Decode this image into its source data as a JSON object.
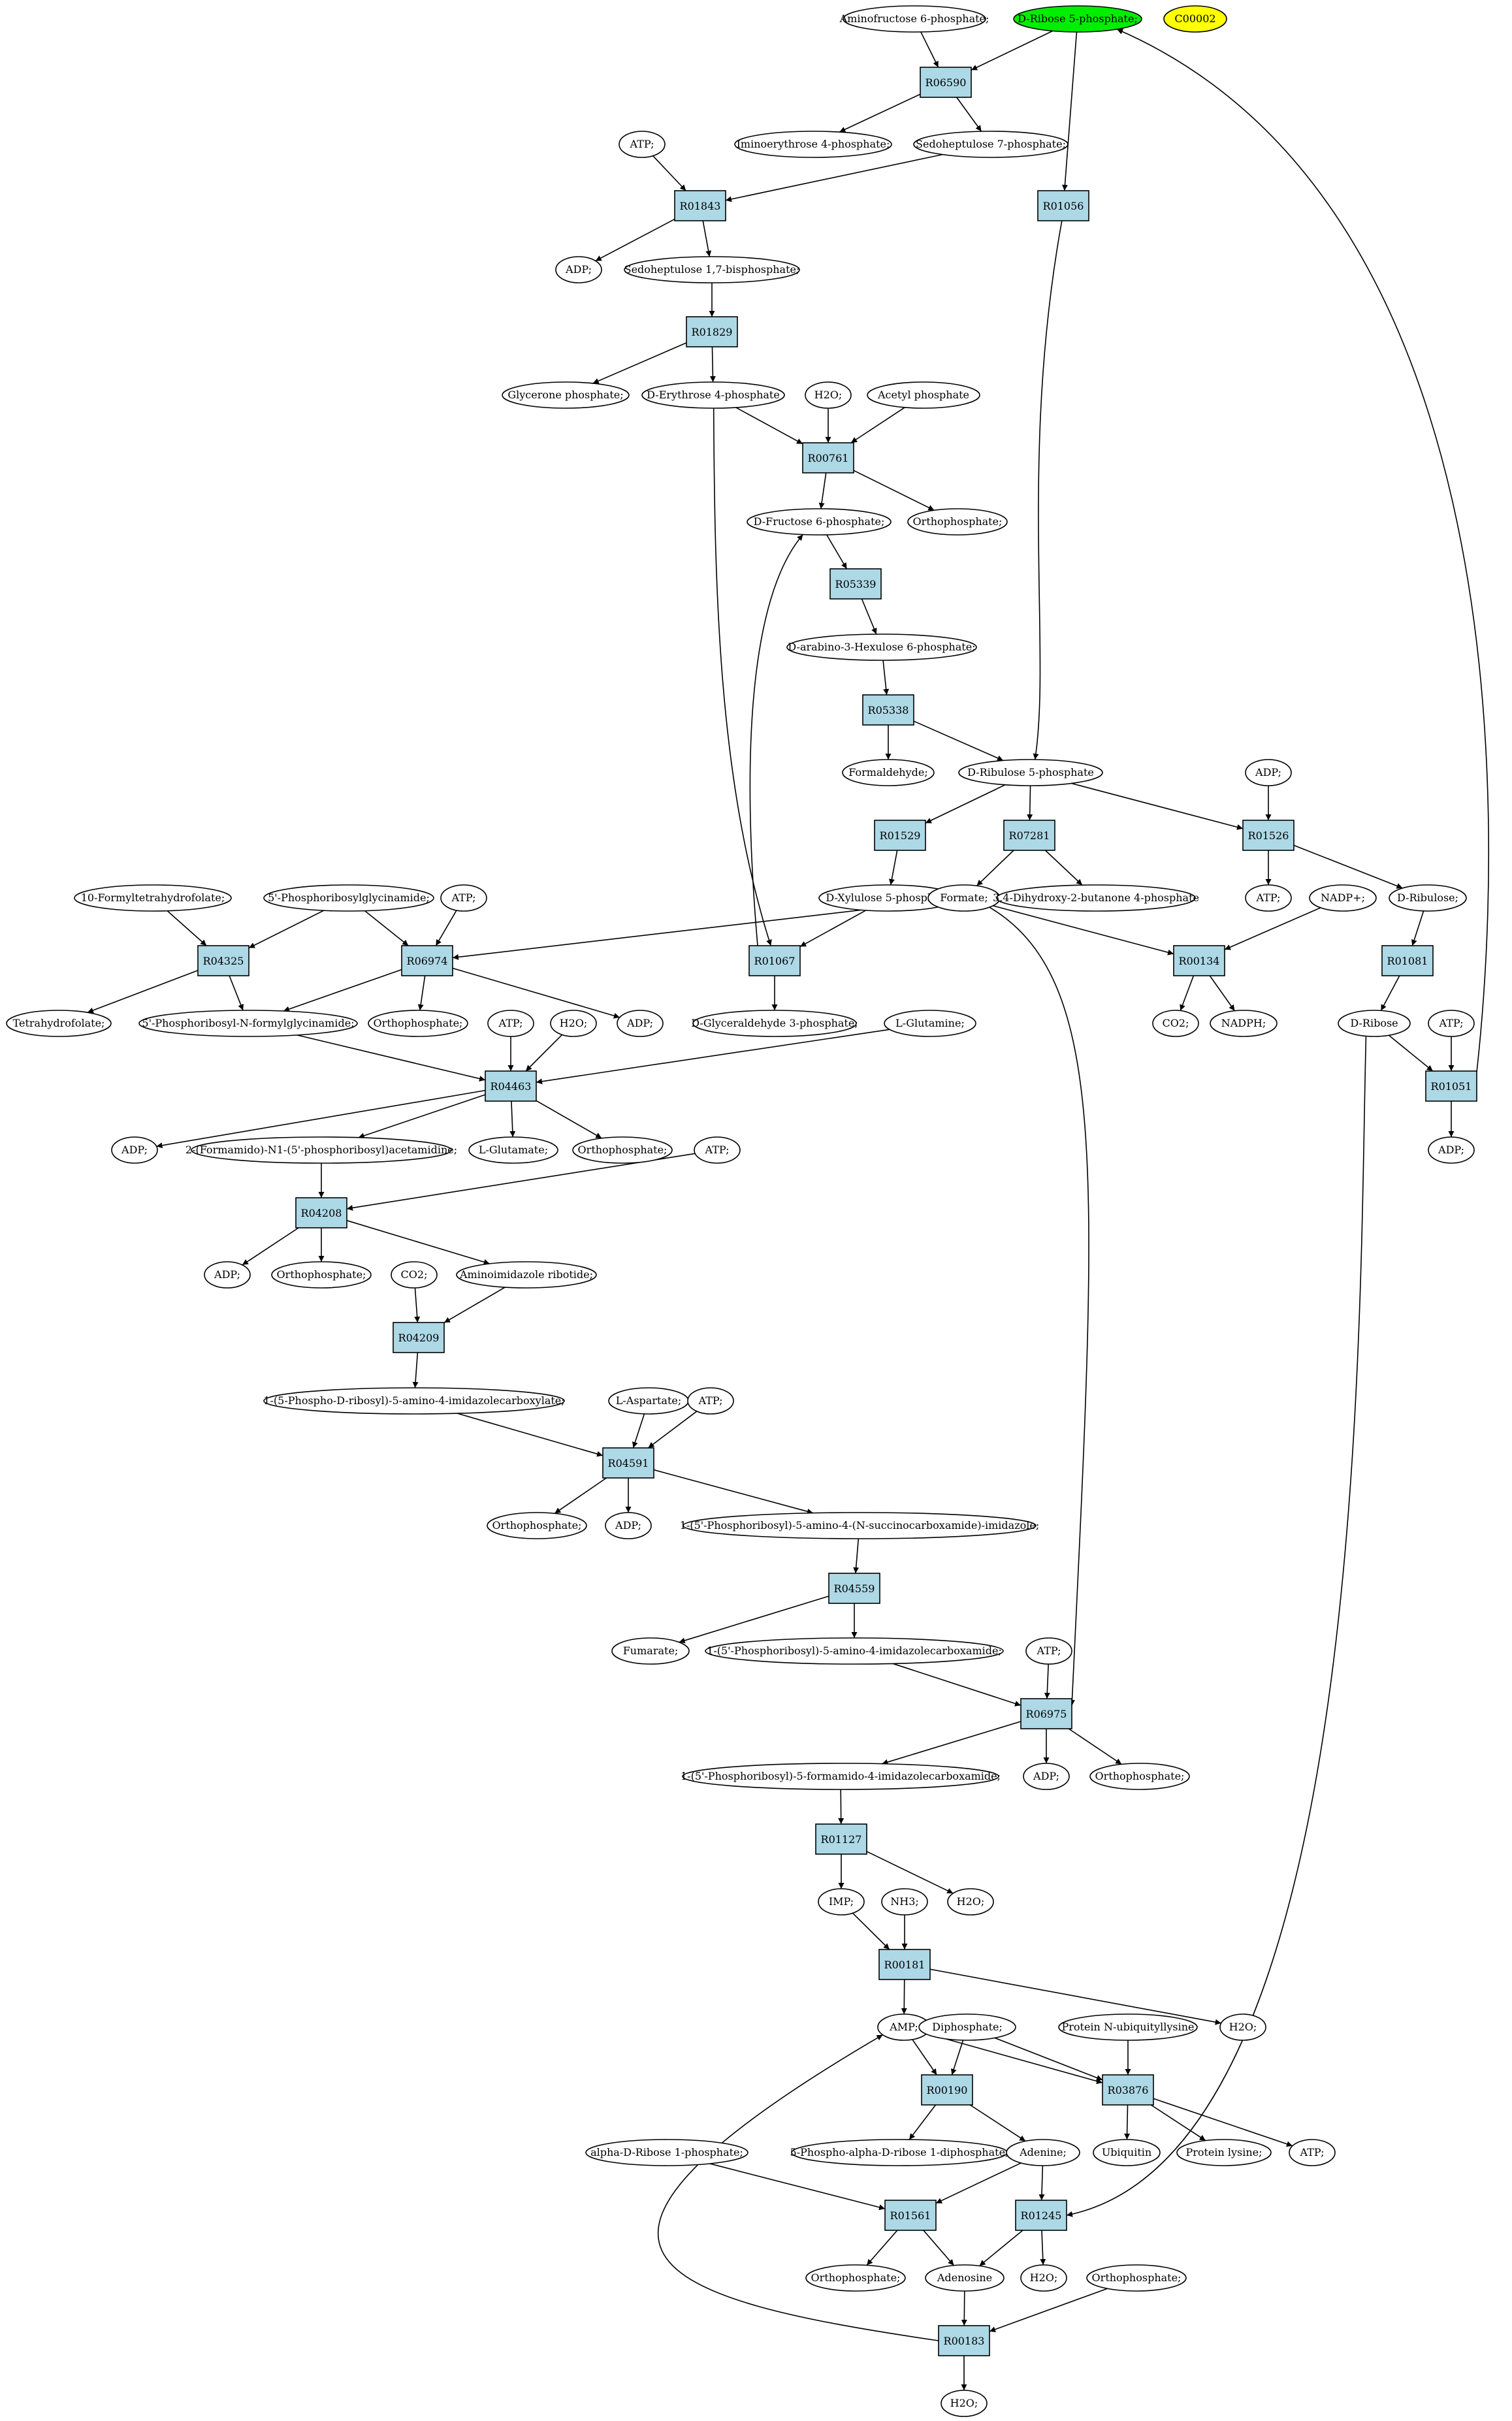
{
  "colors": {
    "highlight": "#00ee00",
    "reference": "#ffff00",
    "reaction": "#add8e6",
    "compound": "#ffffff",
    "stroke": "#000000"
  },
  "compounds": [
    {
      "id": "c_aminofructose6p",
      "label": "Aminofructose 6-phosphate;"
    },
    {
      "id": "c_ribose5p",
      "label": "D-Ribose 5-phosphate;",
      "style": "highlight"
    },
    {
      "id": "c_C00002",
      "label": "C00002",
      "style": "reference"
    },
    {
      "id": "c_iminoerythrose4p",
      "label": "Iminoerythrose 4-phosphate;"
    },
    {
      "id": "c_sedoheptulose7p",
      "label": "Sedoheptulose 7-phosphate;"
    },
    {
      "id": "c_atp_1",
      "label": "ATP;"
    },
    {
      "id": "c_adp_1",
      "label": "ADP;"
    },
    {
      "id": "c_sedoheptulose17bp",
      "label": "Sedoheptulose 1,7-bisphosphate;"
    },
    {
      "id": "c_glycerone_p",
      "label": "Glycerone phosphate;"
    },
    {
      "id": "c_erythrose4p",
      "label": "D-Erythrose 4-phosphate"
    },
    {
      "id": "c_h2o_1",
      "label": "H2O;"
    },
    {
      "id": "c_acetyl_p",
      "label": "Acetyl phosphate"
    },
    {
      "id": "c_fructose6p",
      "label": "D-Fructose 6-phosphate;"
    },
    {
      "id": "c_orthop_1",
      "label": "Orthophosphate;"
    },
    {
      "id": "c_arabino_hexulose6p",
      "label": "D-arabino-3-Hexulose 6-phosphate;"
    },
    {
      "id": "c_formaldehyde",
      "label": "Formaldehyde;"
    },
    {
      "id": "c_ribulose5p",
      "label": "D-Ribulose 5-phosphate"
    },
    {
      "id": "c_adp_2",
      "label": "ADP;"
    },
    {
      "id": "c_xylulose5p",
      "label": "D-Xylulose 5-phosphate"
    },
    {
      "id": "c_formate",
      "label": "Formate;"
    },
    {
      "id": "c_dihydroxy_butanone4p",
      "label": "3,4-Dihydroxy-2-butanone 4-phosphate"
    },
    {
      "id": "c_atp_2",
      "label": "ATP;"
    },
    {
      "id": "c_nadp",
      "label": "NADP+;"
    },
    {
      "id": "c_ribulose",
      "label": "D-Ribulose;"
    },
    {
      "id": "c_formylthf",
      "label": "10-Formyltetrahydrofolate;"
    },
    {
      "id": "c_pribosylglycinamide",
      "label": "5'-Phosphoribosylglycinamide;"
    },
    {
      "id": "c_atp_3",
      "label": "ATP;"
    },
    {
      "id": "c_thf",
      "label": "Tetrahydrofolate;"
    },
    {
      "id": "c_fgar",
      "label": "5'-Phosphoribosyl-N-formylglycinamide;"
    },
    {
      "id": "c_orthop_2",
      "label": "Orthophosphate;"
    },
    {
      "id": "c_adp_3",
      "label": "ADP;"
    },
    {
      "id": "c_gap",
      "label": "D-Glyceraldehyde 3-phosphate;"
    },
    {
      "id": "c_co2_1",
      "label": "CO2;"
    },
    {
      "id": "c_nadph",
      "label": "NADPH;"
    },
    {
      "id": "c_dribose",
      "label": "D-Ribose"
    },
    {
      "id": "c_atp_4",
      "label": "ATP;"
    },
    {
      "id": "c_atp_5",
      "label": "ATP;"
    },
    {
      "id": "c_h2o_2",
      "label": "H2O;"
    },
    {
      "id": "c_glutamine",
      "label": "L-Glutamine;"
    },
    {
      "id": "c_adp_4",
      "label": "ADP;"
    },
    {
      "id": "c_adp_5",
      "label": "ADP;"
    },
    {
      "id": "c_fgam",
      "label": "2-(Formamido)-N1-(5'-phosphoribosyl)acetamidine;"
    },
    {
      "id": "c_glutamate",
      "label": "L-Glutamate;"
    },
    {
      "id": "c_orthop_3",
      "label": "Orthophosphate;"
    },
    {
      "id": "c_atp_6",
      "label": "ATP;"
    },
    {
      "id": "c_adp_6",
      "label": "ADP;"
    },
    {
      "id": "c_orthop_4",
      "label": "Orthophosphate;"
    },
    {
      "id": "c_co2_2",
      "label": "CO2;"
    },
    {
      "id": "c_air",
      "label": "Aminoimidazole ribotide;"
    },
    {
      "id": "c_cair",
      "label": "1-(5-Phospho-D-ribosyl)-5-amino-4-imidazolecarboxylate;"
    },
    {
      "id": "c_aspartate",
      "label": "L-Aspartate;"
    },
    {
      "id": "c_atp_7",
      "label": "ATP;"
    },
    {
      "id": "c_orthop_5",
      "label": "Orthophosphate;"
    },
    {
      "id": "c_adp_7",
      "label": "ADP;"
    },
    {
      "id": "c_saicar",
      "label": "1-(5'-Phosphoribosyl)-5-amino-4-(N-succinocarboxamide)-imidazole;"
    },
    {
      "id": "c_fumarate",
      "label": "Fumarate;"
    },
    {
      "id": "c_aicar",
      "label": "1-(5'-Phosphoribosyl)-5-amino-4-imidazolecarboxamide;"
    },
    {
      "id": "c_atp_8",
      "label": "ATP;"
    },
    {
      "id": "c_faicar",
      "label": "1-(5'-Phosphoribosyl)-5-formamido-4-imidazolecarboxamide;"
    },
    {
      "id": "c_adp_8",
      "label": "ADP;"
    },
    {
      "id": "c_orthop_6",
      "label": "Orthophosphate;"
    },
    {
      "id": "c_imp",
      "label": "IMP;"
    },
    {
      "id": "c_nh3",
      "label": "NH3;"
    },
    {
      "id": "c_h2o_3",
      "label": "H2O;"
    },
    {
      "id": "c_h2o_4",
      "label": "H2O;"
    },
    {
      "id": "c_amp",
      "label": "AMP;"
    },
    {
      "id": "c_diphosphate",
      "label": "Diphosphate;"
    },
    {
      "id": "c_protein_ub_lys",
      "label": "Protein N-ubiquityllysine"
    },
    {
      "id": "c_alpha_ribose1p",
      "label": "alpha-D-Ribose 1-phosphate;"
    },
    {
      "id": "c_prpp",
      "label": "5-Phospho-alpha-D-ribose 1-diphosphate;"
    },
    {
      "id": "c_adenine",
      "label": "Adenine;"
    },
    {
      "id": "c_ubiquitin",
      "label": "Ubiquitin"
    },
    {
      "id": "c_protein_lys",
      "label": "Protein lysine;"
    },
    {
      "id": "c_atp_9",
      "label": "ATP;"
    },
    {
      "id": "c_orthop_7",
      "label": "Orthophosphate;"
    },
    {
      "id": "c_adenosine",
      "label": "Adenosine"
    },
    {
      "id": "c_h2o_5",
      "label": "H2O;"
    },
    {
      "id": "c_orthop_8",
      "label": "Orthophosphate;"
    },
    {
      "id": "c_h2o_6",
      "label": "H2O;"
    }
  ],
  "reactions": [
    {
      "id": "r_R06590",
      "label": "R06590"
    },
    {
      "id": "r_R01843",
      "label": "R01843"
    },
    {
      "id": "r_R01056",
      "label": "R01056"
    },
    {
      "id": "r_R01829",
      "label": "R01829"
    },
    {
      "id": "r_R00761",
      "label": "R00761"
    },
    {
      "id": "r_R05339",
      "label": "R05339"
    },
    {
      "id": "r_R05338",
      "label": "R05338"
    },
    {
      "id": "r_R01529",
      "label": "R01529"
    },
    {
      "id": "r_R07281",
      "label": "R07281"
    },
    {
      "id": "r_R01526",
      "label": "R01526"
    },
    {
      "id": "r_R04325",
      "label": "R04325"
    },
    {
      "id": "r_R06974",
      "label": "R06974"
    },
    {
      "id": "r_R01067",
      "label": "R01067"
    },
    {
      "id": "r_R00134",
      "label": "R00134"
    },
    {
      "id": "r_R01081",
      "label": "R01081"
    },
    {
      "id": "r_R04463",
      "label": "R04463"
    },
    {
      "id": "r_R01051",
      "label": "R01051"
    },
    {
      "id": "r_R04208",
      "label": "R04208"
    },
    {
      "id": "r_R04209",
      "label": "R04209"
    },
    {
      "id": "r_R04591",
      "label": "R04591"
    },
    {
      "id": "r_R04559",
      "label": "R04559"
    },
    {
      "id": "r_R06975",
      "label": "R06975"
    },
    {
      "id": "r_R01127",
      "label": "R01127"
    },
    {
      "id": "r_R00181",
      "label": "R00181"
    },
    {
      "id": "r_R00190",
      "label": "R00190"
    },
    {
      "id": "r_R03876",
      "label": "R03876"
    },
    {
      "id": "r_R01561",
      "label": "R01561"
    },
    {
      "id": "r_R01245",
      "label": "R01245"
    },
    {
      "id": "r_R00183",
      "label": "R00183"
    }
  ],
  "edges": [
    [
      "c_aminofructose6p",
      "r_R06590"
    ],
    [
      "c_ribose5p",
      "r_R06590"
    ],
    [
      "r_R06590",
      "c_iminoerythrose4p"
    ],
    [
      "r_R06590",
      "c_sedoheptulose7p"
    ],
    [
      "c_ribose5p",
      "r_R01056"
    ],
    [
      "r_R01056",
      "c_ribulose5p"
    ],
    [
      "c_atp_1",
      "r_R01843"
    ],
    [
      "c_sedoheptulose7p",
      "r_R01843"
    ],
    [
      "r_R01843",
      "c_adp_1"
    ],
    [
      "r_R01843",
      "c_sedoheptulose17bp"
    ],
    [
      "c_sedoheptulose17bp",
      "r_R01829"
    ],
    [
      "r_R01829",
      "c_glycerone_p"
    ],
    [
      "r_R01829",
      "c_erythrose4p"
    ],
    [
      "c_erythrose4p",
      "r_R00761"
    ],
    [
      "c_h2o_1",
      "r_R00761"
    ],
    [
      "c_acetyl_p",
      "r_R00761"
    ],
    [
      "r_R00761",
      "c_fructose6p"
    ],
    [
      "r_R00761",
      "c_orthop_1"
    ],
    [
      "c_fructose6p",
      "r_R05339"
    ],
    [
      "r_R05339",
      "c_arabino_hexulose6p"
    ],
    [
      "c_arabino_hexulose6p",
      "r_R05338"
    ],
    [
      "r_R05338",
      "c_formaldehyde"
    ],
    [
      "r_R05338",
      "c_ribulose5p"
    ],
    [
      "c_ribulose5p",
      "r_R01529"
    ],
    [
      "r_R01529",
      "c_xylulose5p"
    ],
    [
      "c_ribulose5p",
      "r_R07281"
    ],
    [
      "r_R07281",
      "c_formate"
    ],
    [
      "r_R07281",
      "c_dihydroxy_butanone4p"
    ],
    [
      "c_ribulose5p",
      "r_R01526"
    ],
    [
      "c_adp_2",
      "r_R01526"
    ],
    [
      "r_R01526",
      "c_atp_2"
    ],
    [
      "r_R01526",
      "c_ribulose"
    ],
    [
      "c_formylthf",
      "r_R04325"
    ],
    [
      "c_pribosylglycinamide",
      "r_R04325"
    ],
    [
      "r_R04325",
      "c_thf"
    ],
    [
      "r_R04325",
      "c_fgar"
    ],
    [
      "c_pribosylglycinamide",
      "r_R06974"
    ],
    [
      "c_atp_3",
      "r_R06974"
    ],
    [
      "c_formate",
      "r_R06974"
    ],
    [
      "r_R06974",
      "c_fgar"
    ],
    [
      "r_R06974",
      "c_orthop_2"
    ],
    [
      "r_R06974",
      "c_adp_3"
    ],
    [
      "c_erythrose4p",
      "r_R01067"
    ],
    [
      "c_xylulose5p",
      "r_R01067"
    ],
    [
      "r_R01067",
      "c_fructose6p"
    ],
    [
      "r_R01067",
      "c_gap"
    ],
    [
      "c_formate",
      "r_R00134"
    ],
    [
      "c_nadp",
      "r_R00134"
    ],
    [
      "r_R00134",
      "c_co2_1"
    ],
    [
      "r_R00134",
      "c_nadph"
    ],
    [
      "c_ribulose",
      "r_R01081"
    ],
    [
      "r_R01081",
      "c_dribose"
    ],
    [
      "c_dribose",
      "r_R01051"
    ],
    [
      "c_atp_4",
      "r_R01051"
    ],
    [
      "r_R01051",
      "c_adp_4"
    ],
    [
      "r_R01051",
      "c_ribose5p"
    ],
    [
      "c_fgar",
      "r_R04463"
    ],
    [
      "c_atp_5",
      "r_R04463"
    ],
    [
      "c_h2o_2",
      "r_R04463"
    ],
    [
      "c_glutamine",
      "r_R04463"
    ],
    [
      "r_R04463",
      "c_adp_5"
    ],
    [
      "r_R04463",
      "c_fgam"
    ],
    [
      "r_R04463",
      "c_glutamate"
    ],
    [
      "r_R04463",
      "c_orthop_3"
    ],
    [
      "c_fgam",
      "r_R04208"
    ],
    [
      "c_atp_6",
      "r_R04208"
    ],
    [
      "r_R04208",
      "c_adp_6"
    ],
    [
      "r_R04208",
      "c_orthop_4"
    ],
    [
      "r_R04208",
      "c_air"
    ],
    [
      "c_co2_2",
      "r_R04209"
    ],
    [
      "c_air",
      "r_R04209"
    ],
    [
      "r_R04209",
      "c_cair"
    ],
    [
      "c_cair",
      "r_R04591"
    ],
    [
      "c_aspartate",
      "r_R04591"
    ],
    [
      "c_atp_7",
      "r_R04591"
    ],
    [
      "r_R04591",
      "c_orthop_5"
    ],
    [
      "r_R04591",
      "c_adp_7"
    ],
    [
      "r_R04591",
      "c_saicar"
    ],
    [
      "c_saicar",
      "r_R04559"
    ],
    [
      "r_R04559",
      "c_fumarate"
    ],
    [
      "r_R04559",
      "c_aicar"
    ],
    [
      "c_aicar",
      "r_R06975"
    ],
    [
      "c_atp_8",
      "r_R06975"
    ],
    [
      "c_formate",
      "r_R06975"
    ],
    [
      "r_R06975",
      "c_faicar"
    ],
    [
      "r_R06975",
      "c_adp_8"
    ],
    [
      "r_R06975",
      "c_orthop_6"
    ],
    [
      "c_faicar",
      "r_R01127"
    ],
    [
      "r_R01127",
      "c_imp"
    ],
    [
      "r_R01127",
      "c_h2o_3"
    ],
    [
      "c_imp",
      "r_R00181"
    ],
    [
      "c_nh3",
      "r_R00181"
    ],
    [
      "r_R00181",
      "c_amp"
    ],
    [
      "r_R00181",
      "c_h2o_4"
    ],
    [
      "c_amp",
      "r_R00190"
    ],
    [
      "c_diphosphate",
      "r_R00190"
    ],
    [
      "r_R00190",
      "c_prpp"
    ],
    [
      "r_R00190",
      "c_adenine"
    ],
    [
      "c_amp",
      "r_R03876"
    ],
    [
      "c_diphosphate",
      "r_R03876"
    ],
    [
      "c_protein_ub_lys",
      "r_R03876"
    ],
    [
      "r_R03876",
      "c_ubiquitin"
    ],
    [
      "r_R03876",
      "c_protein_lys"
    ],
    [
      "r_R03876",
      "c_atp_9"
    ],
    [
      "c_alpha_ribose1p",
      "r_R01561"
    ],
    [
      "c_adenine",
      "r_R01561"
    ],
    [
      "r_R01561",
      "c_orthop_7"
    ],
    [
      "r_R01561",
      "c_adenosine"
    ],
    [
      "c_adenine",
      "r_R01245"
    ],
    [
      "c_dribose",
      "r_R01245"
    ],
    [
      "r_R01245",
      "c_adenosine"
    ],
    [
      "r_R01245",
      "c_h2o_5"
    ],
    [
      "c_adenosine",
      "r_R00183"
    ],
    [
      "c_orthop_8",
      "r_R00183"
    ],
    [
      "r_R00183",
      "c_h2o_6"
    ],
    [
      "r_R00183",
      "c_amp"
    ]
  ]
}
